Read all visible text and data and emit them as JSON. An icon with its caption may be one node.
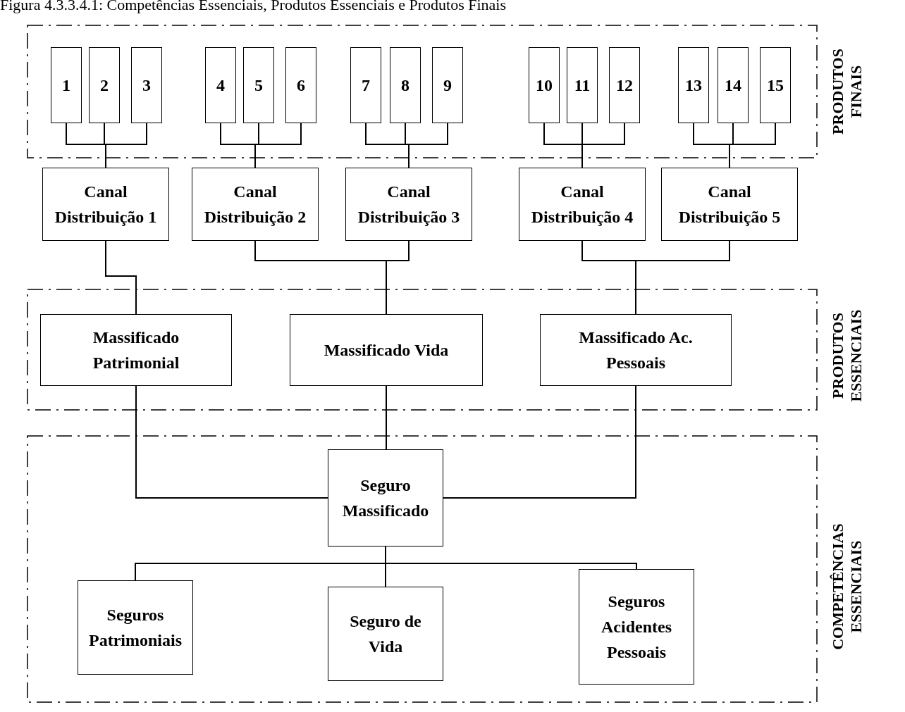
{
  "diagram": {
    "title": "Figura 4.3.3.4.1: Competências Essenciais, Produtos Essenciais e Produtos Finais",
    "nodes": [
      {
        "text": [
          "PRODUTOS FINAIS"
        ]
      },
      {
        "text": [
          "1"
        ],
        "in": 0
      },
      {
        "text": [
          "2"
        ],
        "in": 0
      },
      {
        "text": [
          "3"
        ],
        "in": 0
      },
      {
        "text": [
          "4"
        ],
        "in": 0
      },
      {
        "text": [
          "5"
        ],
        "in": 0
      },
      {
        "text": [
          "6"
        ],
        "in": 0
      },
      {
        "text": [
          "7"
        ],
        "in": 0
      },
      {
        "text": [
          "8"
        ],
        "in": 0
      },
      {
        "text": [
          "9"
        ],
        "in": 0
      },
      {
        "text": [
          "10"
        ],
        "in": 0
      },
      {
        "text": [
          "11"
        ],
        "in": 0
      },
      {
        "text": [
          "12"
        ],
        "in": 0
      },
      {
        "text": [
          "13"
        ],
        "in": 0
      },
      {
        "text": [
          "14"
        ],
        "in": 0
      },
      {
        "text": [
          "15"
        ],
        "in": 0
      },
      {
        "text": [
          "Canal Distribuição 1"
        ]
      },
      {
        "text": [
          "Canal Distribuição 2"
        ]
      },
      {
        "text": [
          "Canal Distribuição 3"
        ]
      },
      {
        "text": [
          "Canal Distribuição 4"
        ]
      },
      {
        "text": [
          "Canal Distribuição 5"
        ]
      },
      {
        "text": [
          "PRODUTOS ESSENCIAIS"
        ]
      },
      {
        "text": [
          "Massificado Patrimonial"
        ],
        "in": 21
      },
      {
        "text": [
          "Massificado Vida"
        ],
        "in": 21
      },
      {
        "text": [
          "Massificado Ac. Pessoais"
        ],
        "in": 21
      },
      {
        "text": [
          "COMPETÊNCIAS ESSENCIAIS"
        ]
      },
      {
        "text": [
          "Seguro Massificado"
        ],
        "in": 25
      },
      {
        "text": [
          "Seguros Patrimoniais"
        ],
        "in": 25
      },
      {
        "text": [
          "Seguro de Vida"
        ],
        "in": 25
      },
      {
        "text": [
          "Seguros Acidentes Pessoais"
        ],
        "in": 25
      }
    ],
    "edges": [
      {
        "from": 1,
        "to": 16,
        "arrow": "none"
      },
      {
        "from": 2,
        "to": 16,
        "arrow": "none"
      },
      {
        "from": 3,
        "to": 16,
        "arrow": "none"
      },
      {
        "from": 4,
        "to": 17,
        "arrow": "none"
      },
      {
        "from": 5,
        "to": 17,
        "arrow": "none"
      },
      {
        "from": 6,
        "to": 17,
        "arrow": "none"
      },
      {
        "from": 7,
        "to": 18,
        "arrow": "none"
      },
      {
        "from": 8,
        "to": 18,
        "arrow": "none"
      },
      {
        "from": 9,
        "to": 18,
        "arrow": "none"
      },
      {
        "from": 10,
        "to": 19,
        "arrow": "none"
      },
      {
        "from": 11,
        "to": 19,
        "arrow": "none"
      },
      {
        "from": 12,
        "to": 19,
        "arrow": "none"
      },
      {
        "from": 13,
        "to": 20,
        "arrow": "none"
      },
      {
        "from": 14,
        "to": 20,
        "arrow": "none"
      },
      {
        "from": 15,
        "to": 20,
        "arrow": "none"
      },
      {
        "from": 16,
        "to": 22,
        "arrow": "none"
      },
      {
        "from": 17,
        "to": 23,
        "arrow": "none"
      },
      {
        "from": 18,
        "to": 23,
        "arrow": "none"
      },
      {
        "from": 19,
        "to": 24,
        "arrow": "none"
      },
      {
        "from": 20,
        "to": 24,
        "arrow": "none"
      },
      {
        "from": 22,
        "to": 26,
        "arrow": "none"
      },
      {
        "from": 23,
        "to": 26,
        "arrow": "none"
      },
      {
        "from": 24,
        "to": 26,
        "arrow": "none"
      },
      {
        "from": 26,
        "to": 27,
        "arrow": "none"
      },
      {
        "from": 26,
        "to": 28,
        "arrow": "none"
      },
      {
        "from": 26,
        "to": 29,
        "arrow": "none"
      }
    ]
  }
}
